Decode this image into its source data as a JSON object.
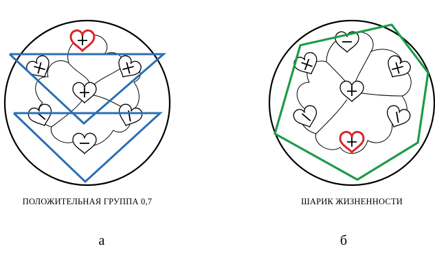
{
  "figures": [
    {
      "caption": "ПОЛОЖИТЕЛЬНАЯ  ГРУППА 0,7",
      "letter": "а",
      "accent_shape": "two-inverted-triangles",
      "hearts": [
        {
          "sign": "+",
          "highlighted": true
        },
        {
          "sign": "×",
          "highlighted": false
        },
        {
          "sign": "×",
          "highlighted": false
        },
        {
          "sign": "+",
          "highlighted": false
        },
        {
          "sign": "/",
          "highlighted": false
        },
        {
          "sign": "/",
          "highlighted": false
        },
        {
          "sign": "−",
          "highlighted": false
        }
      ]
    },
    {
      "caption": "ШАРИК  ЖИЗНЕННОСТИ",
      "letter": "б",
      "accent_shape": "hexagon",
      "hearts": [
        {
          "sign": "−",
          "highlighted": false
        },
        {
          "sign": "×",
          "highlighted": false
        },
        {
          "sign": "×",
          "highlighted": false
        },
        {
          "sign": "+",
          "highlighted": false
        },
        {
          "sign": "/",
          "highlighted": false
        },
        {
          "sign": "/",
          "highlighted": false
        },
        {
          "sign": "+",
          "highlighted": true
        }
      ]
    }
  ],
  "colors": {
    "outline": "#000000",
    "triangles": "#2a6fb5",
    "hexagon": "#1f9a4a",
    "highlight_heart": "#d8282a"
  }
}
